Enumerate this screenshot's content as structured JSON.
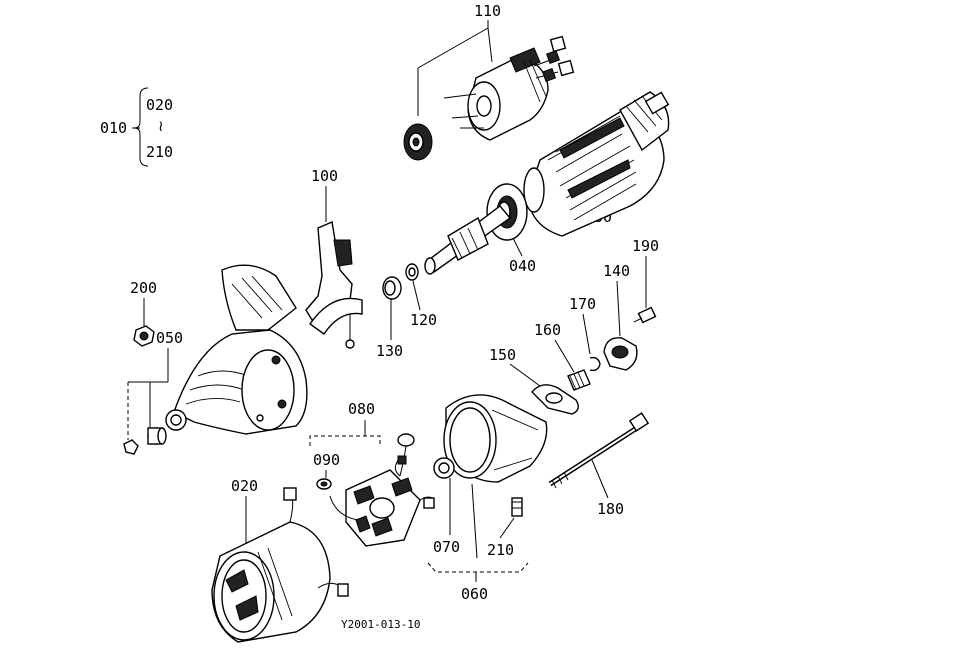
{
  "diagram": {
    "labels": {
      "p010": "010",
      "p020a": "020",
      "tilde": "≀",
      "p210a": "210",
      "p110": "110",
      "p100": "100",
      "p030": "030",
      "p040": "040",
      "p120": "120",
      "p130": "130",
      "p200": "200",
      "p050": "050",
      "p190": "190",
      "p140": "140",
      "p170": "170",
      "p160": "160",
      "p150": "150",
      "p080": "080",
      "p090": "090",
      "p020b": "020",
      "p070": "070",
      "p210b": "210",
      "p060": "060",
      "p180": "180"
    },
    "figure_code": "Y2001-013-10"
  }
}
